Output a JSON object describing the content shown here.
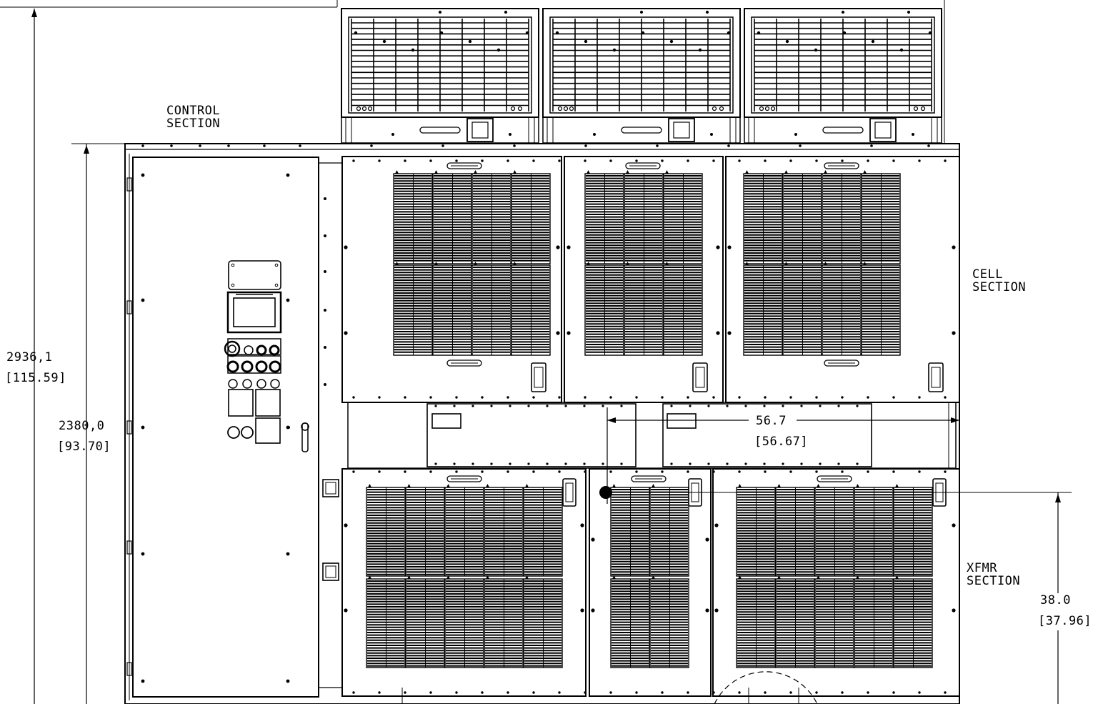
{
  "labels": {
    "control_section": [
      "CONTROL",
      "SECTION"
    ],
    "cell_section": [
      "CELL",
      "SECTION"
    ],
    "xfmr_section": [
      "XFMR",
      "SECTION"
    ]
  },
  "dimensions": {
    "overall_height": {
      "metric": "2936,1",
      "imperial": "[115.59]"
    },
    "cabinet_height": {
      "metric": "2380,0",
      "imperial": "[93.70]"
    },
    "horizontal_offset": {
      "metric": "56.7",
      "imperial": "[56.67]"
    },
    "xfmr_height": {
      "metric": "38.0",
      "imperial": "[37.96]"
    }
  },
  "colors": {
    "line": "#000000",
    "background": "#ffffff"
  }
}
